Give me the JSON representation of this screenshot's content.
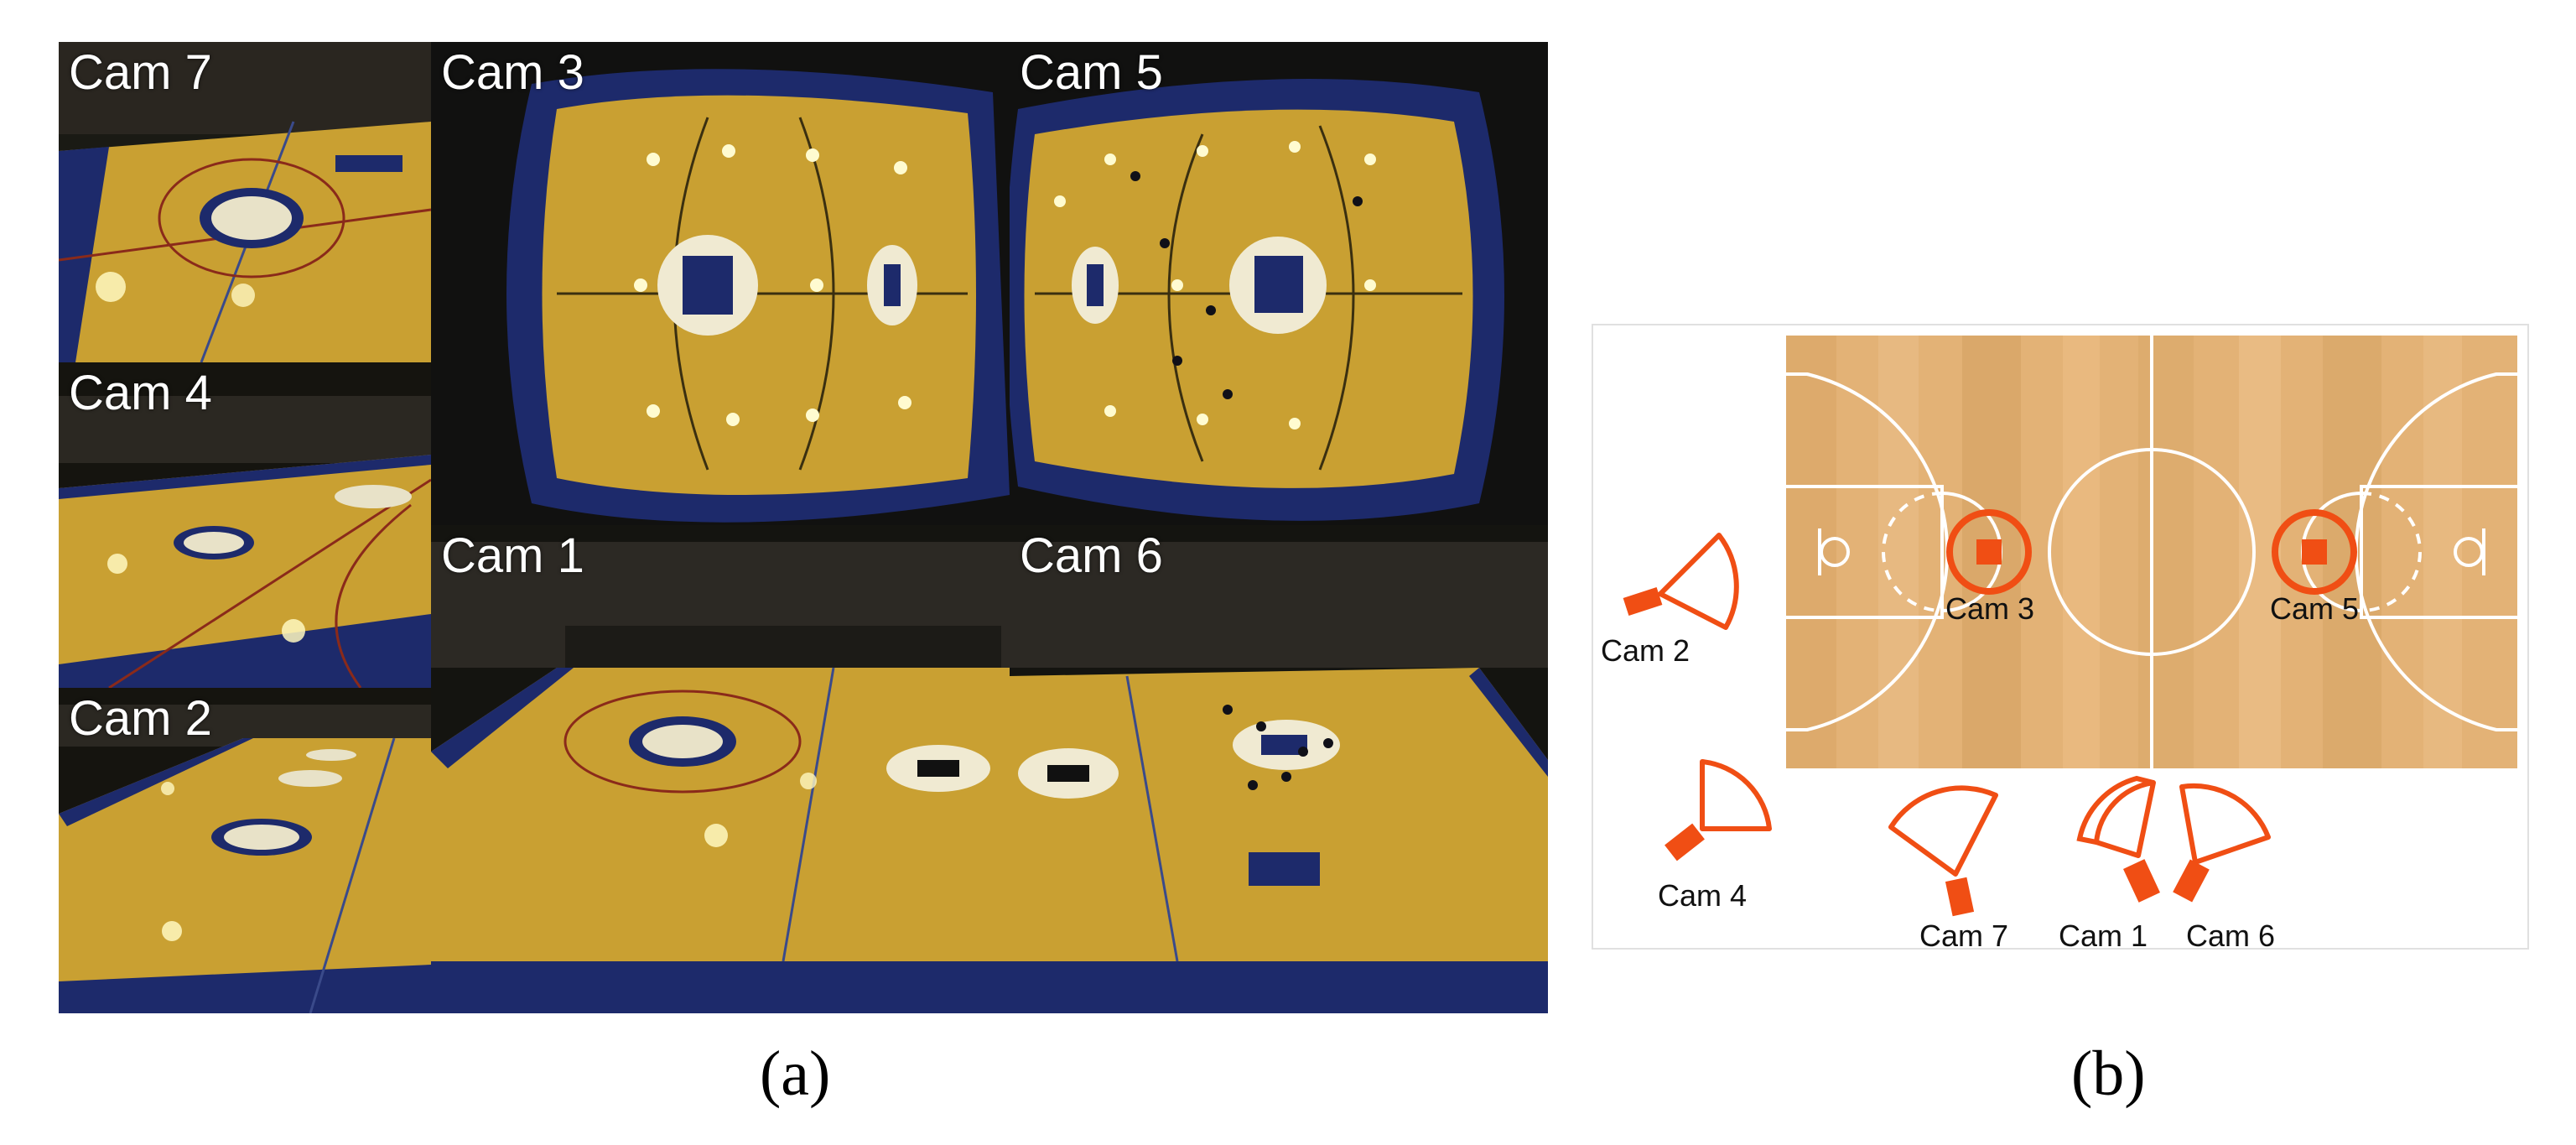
{
  "panel_a": {
    "caption": "(a)",
    "views": [
      {
        "id": "cam7",
        "label": "Cam 7"
      },
      {
        "id": "cam3",
        "label": "Cam 3"
      },
      {
        "id": "cam5",
        "label": "Cam 5"
      },
      {
        "id": "cam4",
        "label": "Cam 4"
      },
      {
        "id": "cam1",
        "label": "Cam 1"
      },
      {
        "id": "cam6",
        "label": "Cam 6"
      },
      {
        "id": "cam2",
        "label": "Cam 2"
      }
    ]
  },
  "panel_b": {
    "caption": "(b)",
    "camera_labels": {
      "cam2": "Cam 2",
      "cam3": "Cam 3",
      "cam5": "Cam 5",
      "cam4": "Cam 4",
      "cam7": "Cam 7",
      "cam1": "Cam 1",
      "cam6": "Cam 6"
    }
  },
  "colors": {
    "camera_accent": "#f04e14",
    "court_wood": "#e3b276",
    "court_lines": "#ffffff",
    "floor_lit": "#c9a032",
    "sideline_blue": "#1d2a6b"
  }
}
